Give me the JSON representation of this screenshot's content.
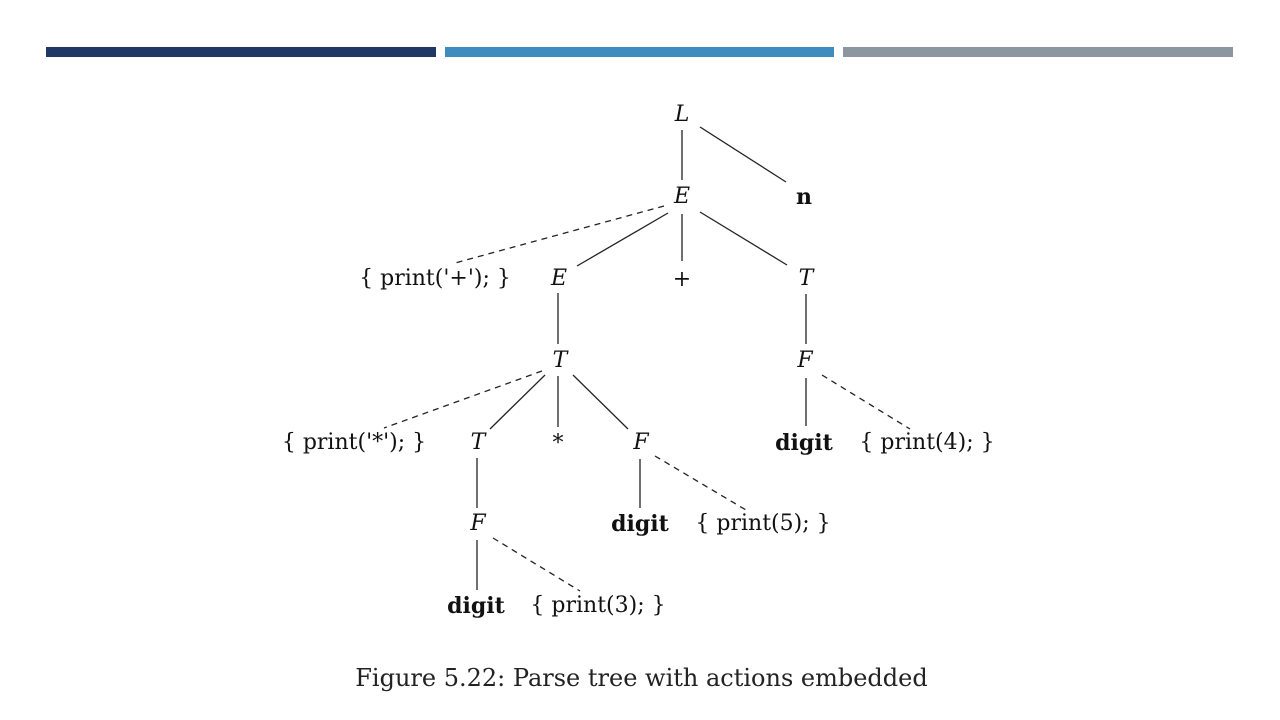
{
  "header": {
    "bar_colors": [
      "#1f3864",
      "#3f8dbf",
      "#8c96a0"
    ]
  },
  "tree": {
    "root": "L",
    "root_expr": "E",
    "newline": "n",
    "action_plus": "{ print('+'); }",
    "left_expr": "E",
    "plus": "+",
    "right_term": "T",
    "left_term": "T",
    "right_factor": "F",
    "action_times": "{ print('*'); }",
    "inner_term": "T",
    "times": "*",
    "mid_factor": "F",
    "right_digit": "digit",
    "action_print4": "{ print(4); }",
    "inner_factor": "F",
    "mid_digit": "digit",
    "action_print5": "{ print(5); }",
    "left_digit": "digit",
    "action_print3": "{ print(3); }"
  },
  "caption": "Figure 5.22: Parse tree with actions embedded"
}
